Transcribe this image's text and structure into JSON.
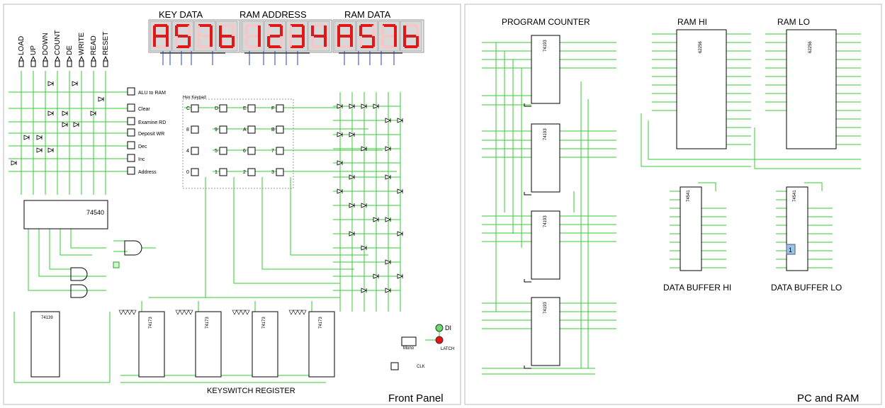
{
  "panels": {
    "left_title": "Front Panel",
    "right_title": "PC and RAM"
  },
  "displays": {
    "key_data": {
      "title": "KEY DATA",
      "digits": [
        "A",
        "5",
        "7",
        "b"
      ]
    },
    "ram_address": {
      "title": "RAM ADDRESS",
      "digits": [
        "1",
        "2",
        "3",
        "4"
      ]
    },
    "ram_data": {
      "title": "RAM DATA",
      "digits": [
        "A",
        "5",
        "7",
        "b"
      ]
    }
  },
  "switch_labels": [
    "LOAD",
    "UP",
    "DOWN",
    "COUNT",
    "DE",
    "WRITE",
    "READ",
    "RESET"
  ],
  "buttons": [
    "ALU to RAM",
    "Clear",
    "Examine RD",
    "Deposit WR",
    "Dec",
    "Inc",
    "Address"
  ],
  "keypad": {
    "title": "Hex Keypad",
    "keys": [
      "C",
      "D",
      "E",
      "F",
      "8",
      "9",
      "A",
      "B",
      "4",
      "5",
      "6",
      "7",
      "0",
      "1",
      "2",
      "3"
    ]
  },
  "chips": {
    "encoder": "74540",
    "decoder": "74139",
    "register": "74173",
    "counter": "74193",
    "ram": "62256",
    "buffer": "74541"
  },
  "section_labels": {
    "keyswitch": "KEYSWITCH REGISTER",
    "program_counter": "PROGRAM COUNTER",
    "ram_hi": "RAM HI",
    "ram_lo": "RAM LO",
    "buffer_hi": "DATA BUFFER HI",
    "buffer_lo": "DATA BUFFER LO"
  },
  "signals": {
    "di": "DI",
    "latch": "LATCH",
    "mono": "Mono",
    "clk": "CLK",
    "buffer_lo_value": "1"
  },
  "colors": {
    "wire": "#33cc33",
    "led_on": "#e01818",
    "led_green": "#66dd66",
    "led_red": "#ee1111",
    "bus": "#2a3fbf"
  }
}
